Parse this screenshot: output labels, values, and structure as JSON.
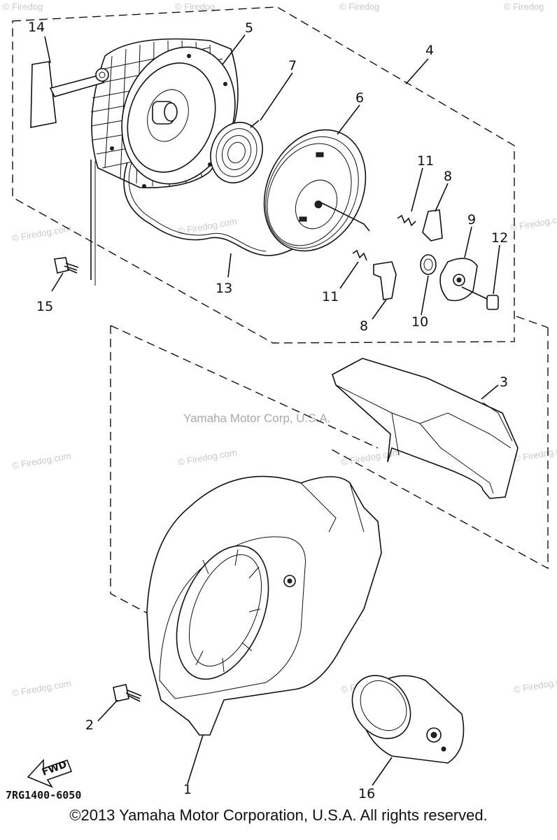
{
  "diagram": {
    "part_labels": {
      "p1": "1",
      "p2": "2",
      "p3": "3",
      "p4": "4",
      "p5": "5",
      "p6": "6",
      "p7": "7",
      "p8a": "8",
      "p8b": "8",
      "p9": "9",
      "p10": "10",
      "p11a": "11",
      "p11b": "11",
      "p12": "12",
      "p13": "13",
      "p14": "14",
      "p15": "15",
      "p16": "16"
    },
    "drawing_code": "7RG1400-6050",
    "fwd_arrow_label": "FWD",
    "center_watermark": "Yamaha Motor Corp, U.S.A.",
    "watermark_text": "© Firedog.com",
    "watermark_top_text": "© Firedog"
  },
  "footer": {
    "copyright": "©2013 Yamaha Motor Corporation, U.S.A. All rights reserved."
  }
}
